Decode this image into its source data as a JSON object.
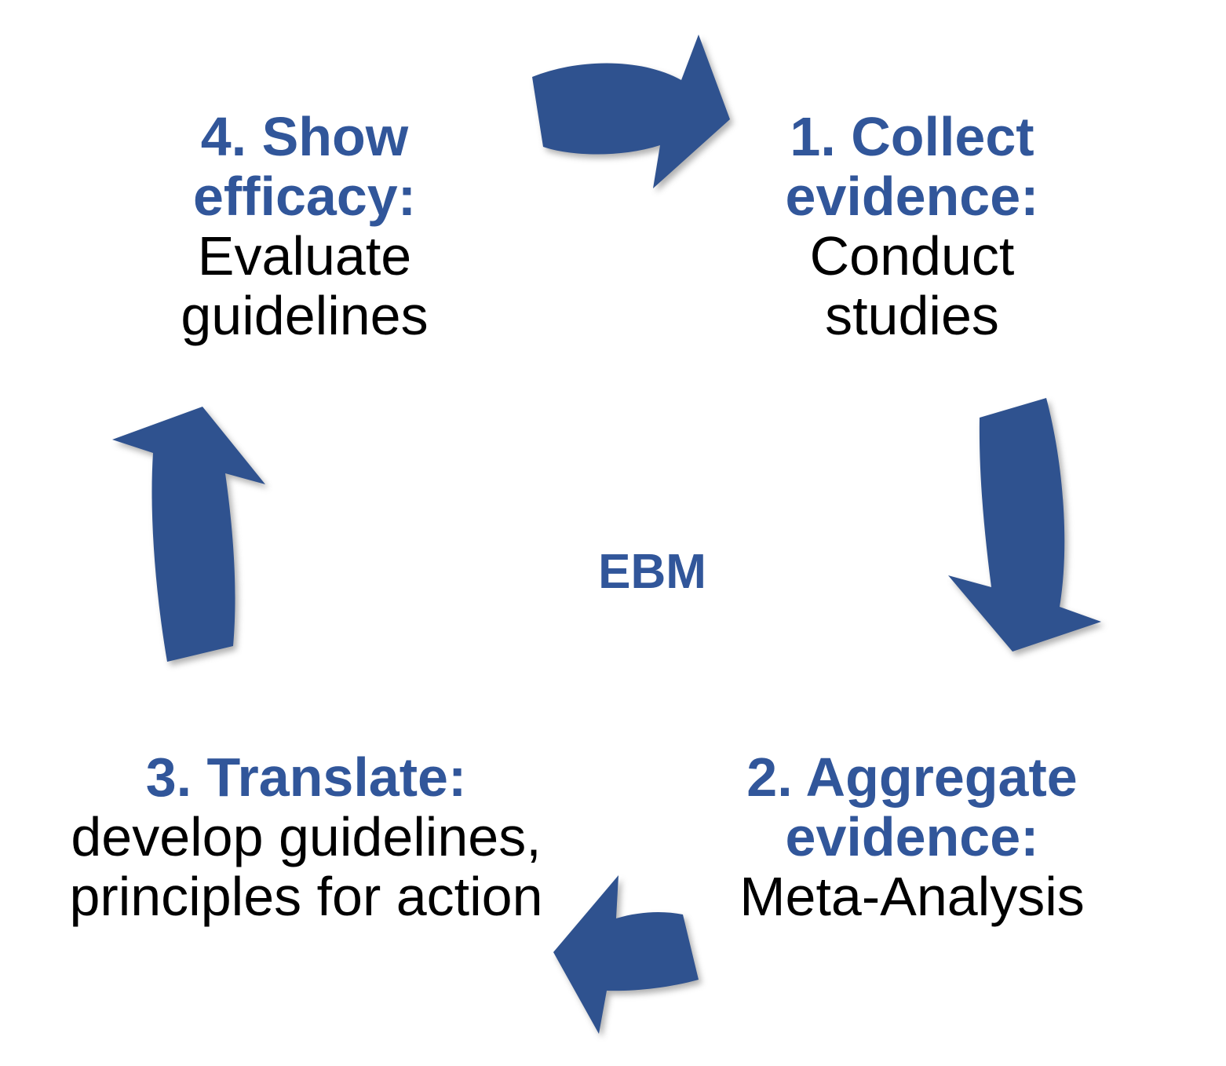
{
  "diagram": {
    "center_label": "EBM",
    "colors": {
      "background": "#ffffff",
      "arrow_blue": "#2f528f",
      "heading_blue": "#31569a",
      "body_black": "#000000"
    }
  },
  "steps": {
    "step1": {
      "position": "top-right",
      "heading": [
        "1. Collect",
        "evidence:"
      ],
      "body": [
        "Conduct",
        "studies"
      ]
    },
    "step2": {
      "position": "bottom-right",
      "heading": [
        "2. Aggregate",
        "evidence:"
      ],
      "body": [
        "Meta-Analysis"
      ]
    },
    "step3": {
      "position": "bottom-left",
      "heading": [
        "3. Translate:"
      ],
      "body": [
        "develop guidelines,",
        "principles for action"
      ]
    },
    "step4": {
      "position": "top-left",
      "heading": [
        "4. Show",
        "efficacy:"
      ],
      "body": [
        "Evaluate",
        "guidelines"
      ]
    }
  },
  "arrows": {
    "arrow_4_to_1": "curved-block-arrow-pointing-right",
    "arrow_1_to_2": "curved-block-arrow-pointing-down",
    "arrow_2_to_3": "block-arrow-pointing-left",
    "arrow_3_to_4": "curved-block-arrow-pointing-up"
  }
}
